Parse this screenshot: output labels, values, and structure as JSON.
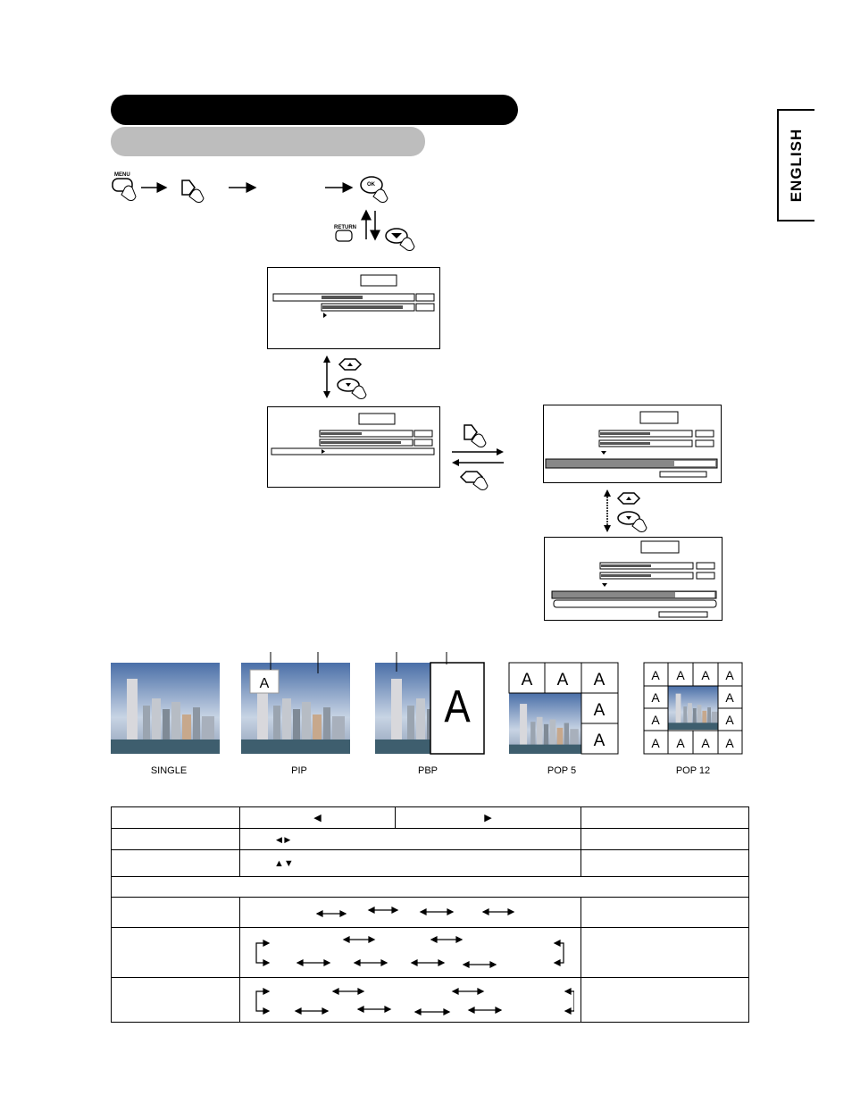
{
  "language_tab": {
    "label": "ENGLISH"
  },
  "buttons": {
    "menu": "MENU",
    "ok": "OK",
    "return": "RETURN"
  },
  "layouts": [
    {
      "caption": "SINGLE"
    },
    {
      "caption": "PIP",
      "inset_letter": "A"
    },
    {
      "caption": "PBP",
      "inset_letter": "A"
    },
    {
      "caption": "POP 5",
      "inset_letter": "A"
    },
    {
      "caption": "POP 12",
      "inset_letter": "A"
    }
  ],
  "colors": {
    "header_black": "#000000",
    "header_grey": "#bdbdbd",
    "osd_bar": "#555555"
  },
  "icons": [
    "menu-button-icon",
    "hand-press-icon",
    "ok-button-icon",
    "return-button-icon",
    "down-button-icon",
    "up-button-icon",
    "right-button-icon",
    "left-button-icon"
  ]
}
